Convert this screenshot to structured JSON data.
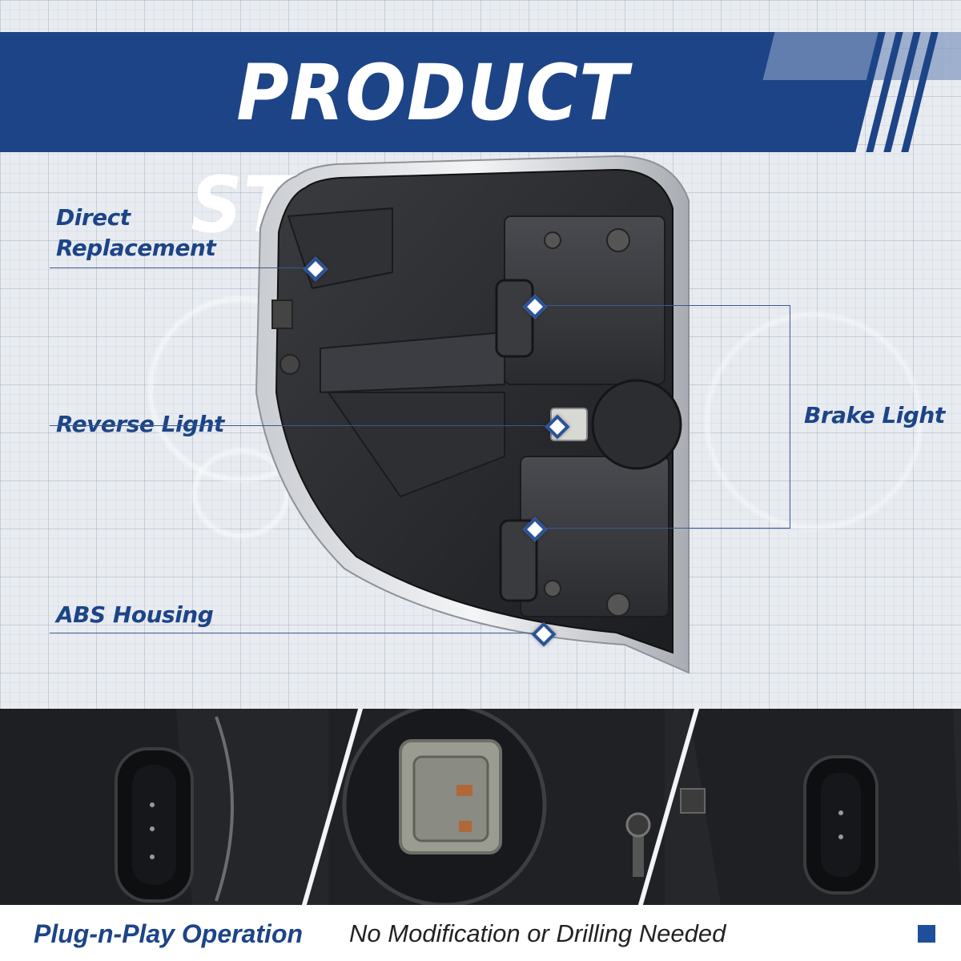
{
  "header": {
    "title": "PRODUCT STRUCTURE"
  },
  "callouts": {
    "direct_replacement_line1": "Direct",
    "direct_replacement_line2": "Replacement",
    "reverse_light": "Reverse Light",
    "abs_housing": "ABS  Housing",
    "brake_light": "Brake Light"
  },
  "footer": {
    "highlight": "Plug-n-Play Operation",
    "text": "No Modification or Drilling Needed"
  },
  "colors": {
    "brand_blue": "#1d4487",
    "callout_blue": "#1d4487",
    "footer_square": "#1d4f9a",
    "housing_dark": "#2a2b2e"
  }
}
